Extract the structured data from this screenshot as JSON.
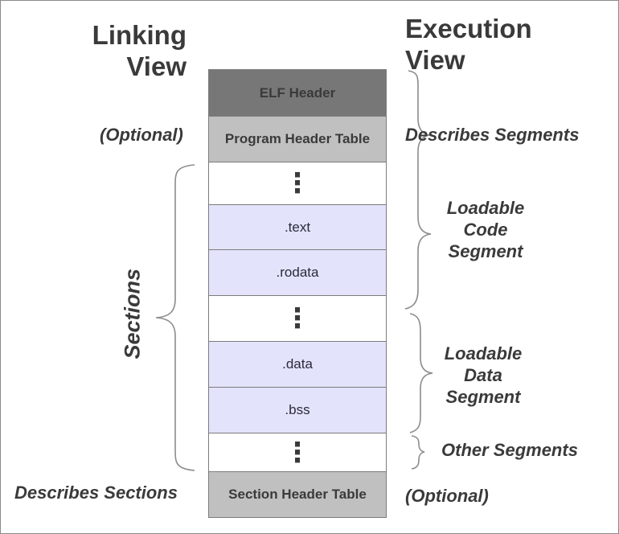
{
  "titles": {
    "linking": [
      "Linking",
      "View"
    ],
    "execution": [
      "Execution",
      "View"
    ]
  },
  "blocks": {
    "elf_header": "ELF Header",
    "program_header_table": "Program Header Table",
    "gap_1": "⋮",
    "text": ".text",
    "rodata": ".rodata",
    "gap_2": "⋮",
    "data": ".data",
    "bss": ".bss",
    "gap_3": "⋮",
    "section_header_table": "Section Header Table"
  },
  "left_labels": {
    "optional": "(Optional)",
    "sections": "Sections",
    "describes_sections": "Describes Sections"
  },
  "right_labels": {
    "describes_segments": "Describes Segments",
    "code_segment": [
      "Loadable",
      "Code",
      "Segment"
    ],
    "data_segment": [
      "Loadable",
      "Data",
      "Segment"
    ],
    "other_segments": "Other Segments",
    "optional": "(Optional)"
  }
}
